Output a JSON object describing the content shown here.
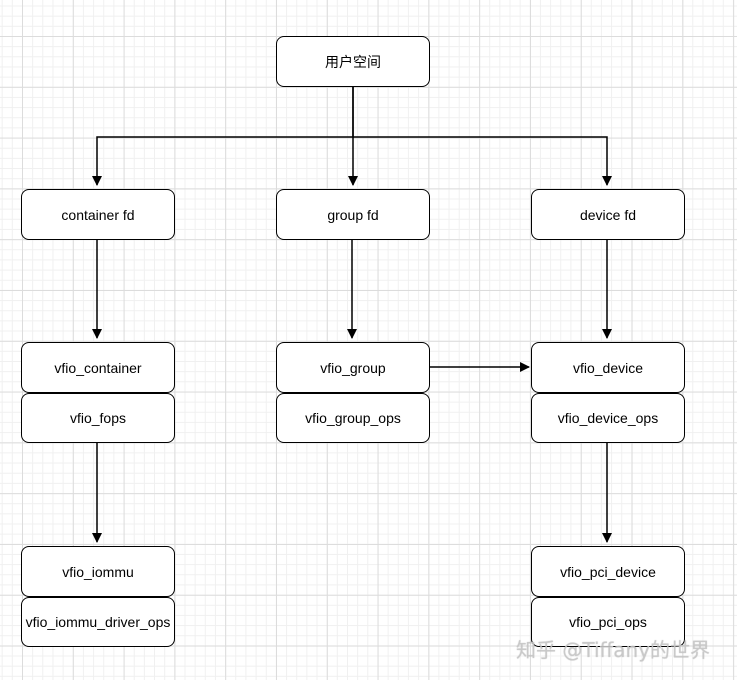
{
  "nodes": {
    "user_space": "用户空间",
    "container_fd": "container fd",
    "group_fd": "group fd",
    "device_fd": "device fd",
    "vfio_container": "vfio_container",
    "vfio_fops": "vfio_fops",
    "vfio_group": "vfio_group",
    "vfio_group_ops": "vfio_group_ops",
    "vfio_device": "vfio_device",
    "vfio_device_ops": "vfio_device_ops",
    "vfio_iommu": "vfio_iommu",
    "vfio_iommu_driver_ops": "vfio_iommu_driver_ops",
    "vfio_pci_device": "vfio_pci_device",
    "vfio_pci_ops": "vfio_pci_ops"
  },
  "edges": [
    {
      "from": "user_space",
      "to": "container_fd"
    },
    {
      "from": "user_space",
      "to": "group_fd"
    },
    {
      "from": "user_space",
      "to": "device_fd"
    },
    {
      "from": "container_fd",
      "to": "vfio_container"
    },
    {
      "from": "group_fd",
      "to": "vfio_group"
    },
    {
      "from": "device_fd",
      "to": "vfio_device"
    },
    {
      "from": "vfio_group",
      "to": "vfio_device"
    },
    {
      "from": "vfio_fops",
      "to": "vfio_iommu"
    },
    {
      "from": "vfio_device_ops",
      "to": "vfio_pci_device"
    }
  ],
  "watermark": "知乎 @Tiffany的世界",
  "colors": {
    "line": "#000000",
    "node_border": "#000000",
    "node_fill": "#ffffff"
  }
}
